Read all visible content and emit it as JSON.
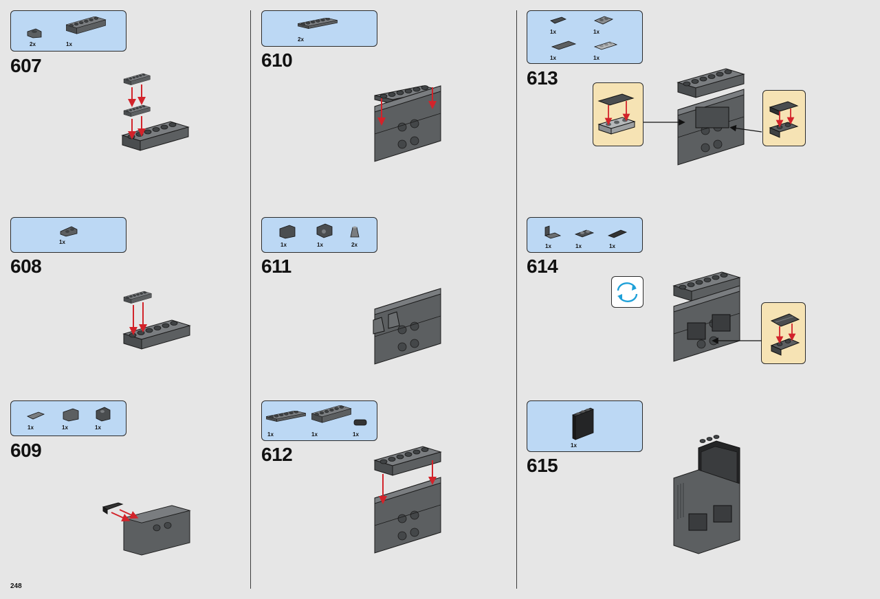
{
  "page_number": "248",
  "steps": [
    {
      "number": "607",
      "parts": [
        {
          "qty": "2x",
          "icon": "bracket-1x1-icon"
        },
        {
          "qty": "1x",
          "icon": "brick-1x6-icon"
        }
      ]
    },
    {
      "number": "608",
      "parts": [
        {
          "qty": "1x",
          "icon": "clip-bracket-icon"
        }
      ]
    },
    {
      "number": "609",
      "parts": [
        {
          "qty": "1x",
          "icon": "tile-1x2-icon"
        },
        {
          "qty": "1x",
          "icon": "brick-1x2-grille-icon"
        },
        {
          "qty": "1x",
          "icon": "bracket-plate-icon"
        }
      ]
    },
    {
      "number": "610",
      "parts": [
        {
          "qty": "2x",
          "icon": "plate-1x6-icon"
        }
      ]
    },
    {
      "number": "611",
      "parts": [
        {
          "qty": "1x",
          "icon": "brick-grille-icon"
        },
        {
          "qty": "1x",
          "icon": "technic-brick-icon"
        },
        {
          "qty": "2x",
          "icon": "cone-icon"
        }
      ]
    },
    {
      "number": "612",
      "parts": [
        {
          "qty": "1x",
          "icon": "plate-1x6-icon"
        },
        {
          "qty": "1x",
          "icon": "brick-1x6-icon"
        },
        {
          "qty": "1x",
          "icon": "technic-pin-icon"
        }
      ]
    },
    {
      "number": "613",
      "parts": [
        {
          "qty": "1x",
          "icon": "tile-dark-icon"
        },
        {
          "qty": "1x",
          "icon": "plate-2x2-icon"
        },
        {
          "qty": "1x",
          "icon": "tile-1x4-icon"
        },
        {
          "qty": "1x",
          "icon": "plate-1x3-icon"
        }
      ]
    },
    {
      "number": "614",
      "parts": [
        {
          "qty": "1x",
          "icon": "bracket-angle-icon"
        },
        {
          "qty": "1x",
          "icon": "plate-modified-icon"
        },
        {
          "qty": "1x",
          "icon": "wedge-icon"
        }
      ]
    },
    {
      "number": "615",
      "parts": [
        {
          "qty": "1x",
          "icon": "panel-black-icon"
        }
      ]
    }
  ],
  "colors": {
    "background": "#e6e6e6",
    "parts_box": "#bcd8f4",
    "callout_box": "#f6e3b4",
    "brick_dark": "#5c5f61",
    "arrow": "#d2232a",
    "rotate_arrow": "#1ea0d8"
  }
}
